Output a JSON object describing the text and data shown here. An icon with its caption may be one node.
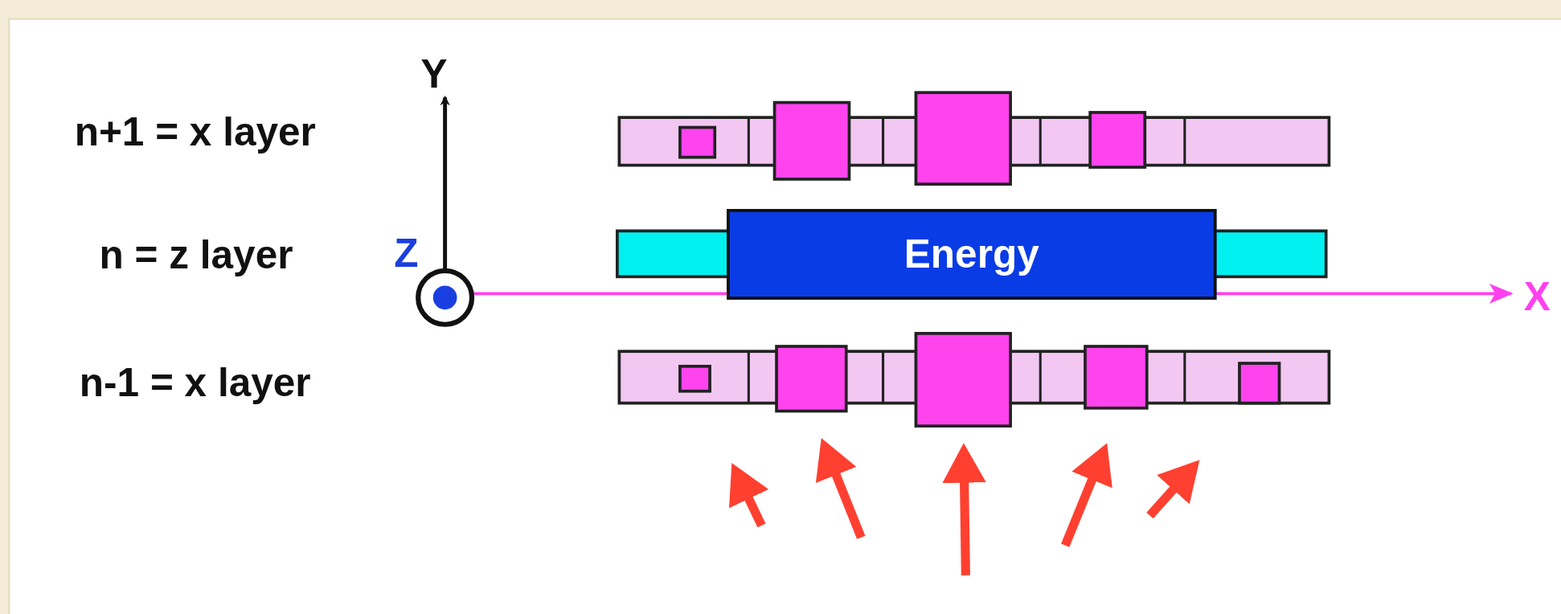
{
  "diagram": {
    "nodes": [
      {
        "text": [
          "Energy"
        ]
      }
    ],
    "labels": [
      "n+1 = x layer",
      "n = z layer",
      "n-1 = x layer",
      "Y",
      "Z",
      "X"
    ]
  }
}
